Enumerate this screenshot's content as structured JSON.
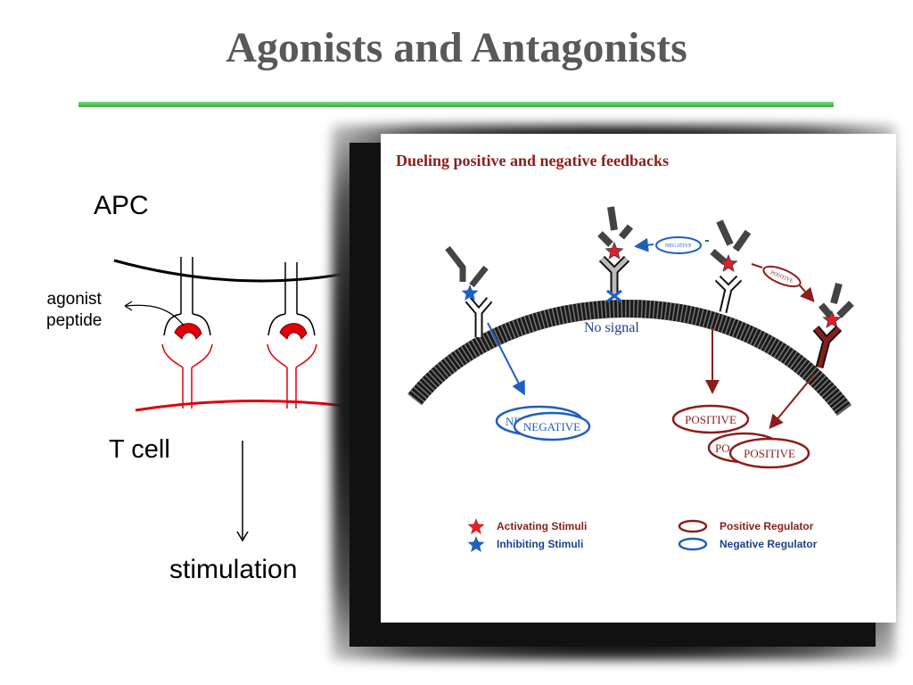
{
  "slide": {
    "title": "Agonists and Antagonists"
  },
  "left_diagram": {
    "apc_label": "APC",
    "tcell_label": "T cell",
    "agonist_label_line1": "agonist",
    "agonist_label_line2": "peptide",
    "outcome_label": "stimulation"
  },
  "figure": {
    "title": "Dueling positive and negative feedbacks",
    "no_signal_label": "No signal",
    "negative_small_label": "NEGATIVE",
    "positive_small_label": "POSITIVE",
    "negative_ellipse_back": "NE",
    "negative_ellipse_front": "NEGATIVE",
    "positive_ellipse_top": "POSITIVE",
    "positive_ellipse_back": "PO",
    "positive_ellipse_front": "POSITIVE",
    "legend": {
      "activating": "Activating Stimuli",
      "inhibiting": "Inhibiting Stimuli",
      "positive_regulator": "Positive Regulator",
      "negative_regulator": "Negative Regulator"
    },
    "colors": {
      "dark_red": "#8b1e1a",
      "blue": "#1f5fbf",
      "star_red": "#e0202a",
      "star_blue": "#1f5fbf",
      "membrane": "#2a2a2a"
    }
  }
}
